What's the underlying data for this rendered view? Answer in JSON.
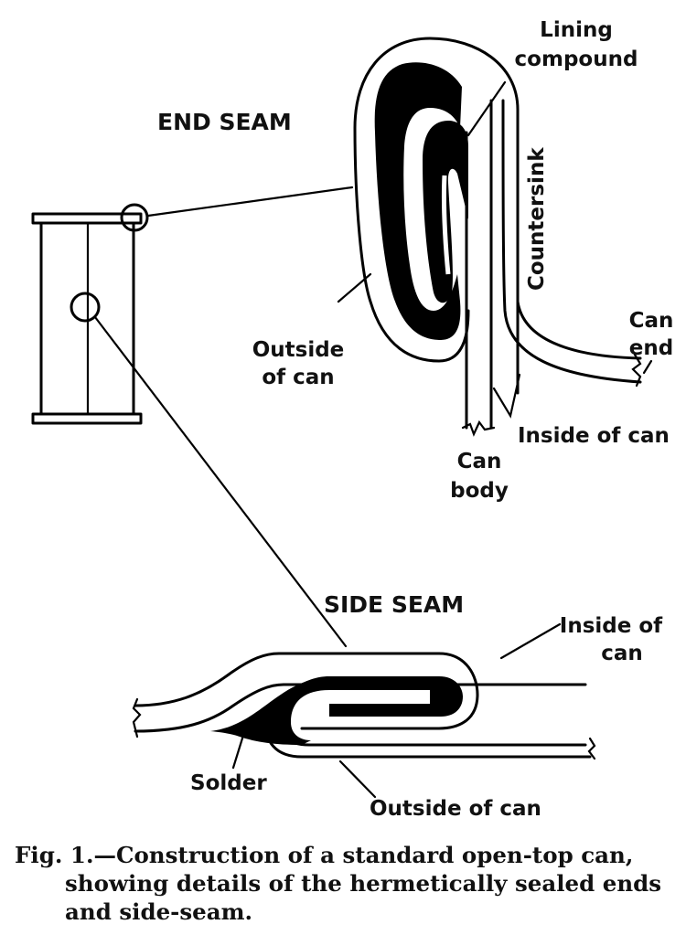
{
  "figure": {
    "end_seam": {
      "title": "END SEAM",
      "labels": {
        "lining_compound_1": "Lining",
        "lining_compound_2": "compound",
        "countersink": "Countersink",
        "outside_of_can_1": "Outside",
        "outside_of_can_2": "of can",
        "can_end_1": "Can",
        "can_end_2": "end",
        "inside_of_can": "Inside of can",
        "can_body_1": "Can",
        "can_body_2": "body"
      }
    },
    "side_seam": {
      "title": "SIDE SEAM",
      "labels": {
        "inside_of_can_1": "Inside of",
        "inside_of_can_2": "can",
        "solder": "Solder",
        "outside_of_can": "Outside of can"
      }
    },
    "caption": {
      "line1": "Fig. 1.—Construction of a standard open-top can,",
      "line2": "showing details of the hermetically sealed ends",
      "line3": "and side-seam."
    }
  }
}
